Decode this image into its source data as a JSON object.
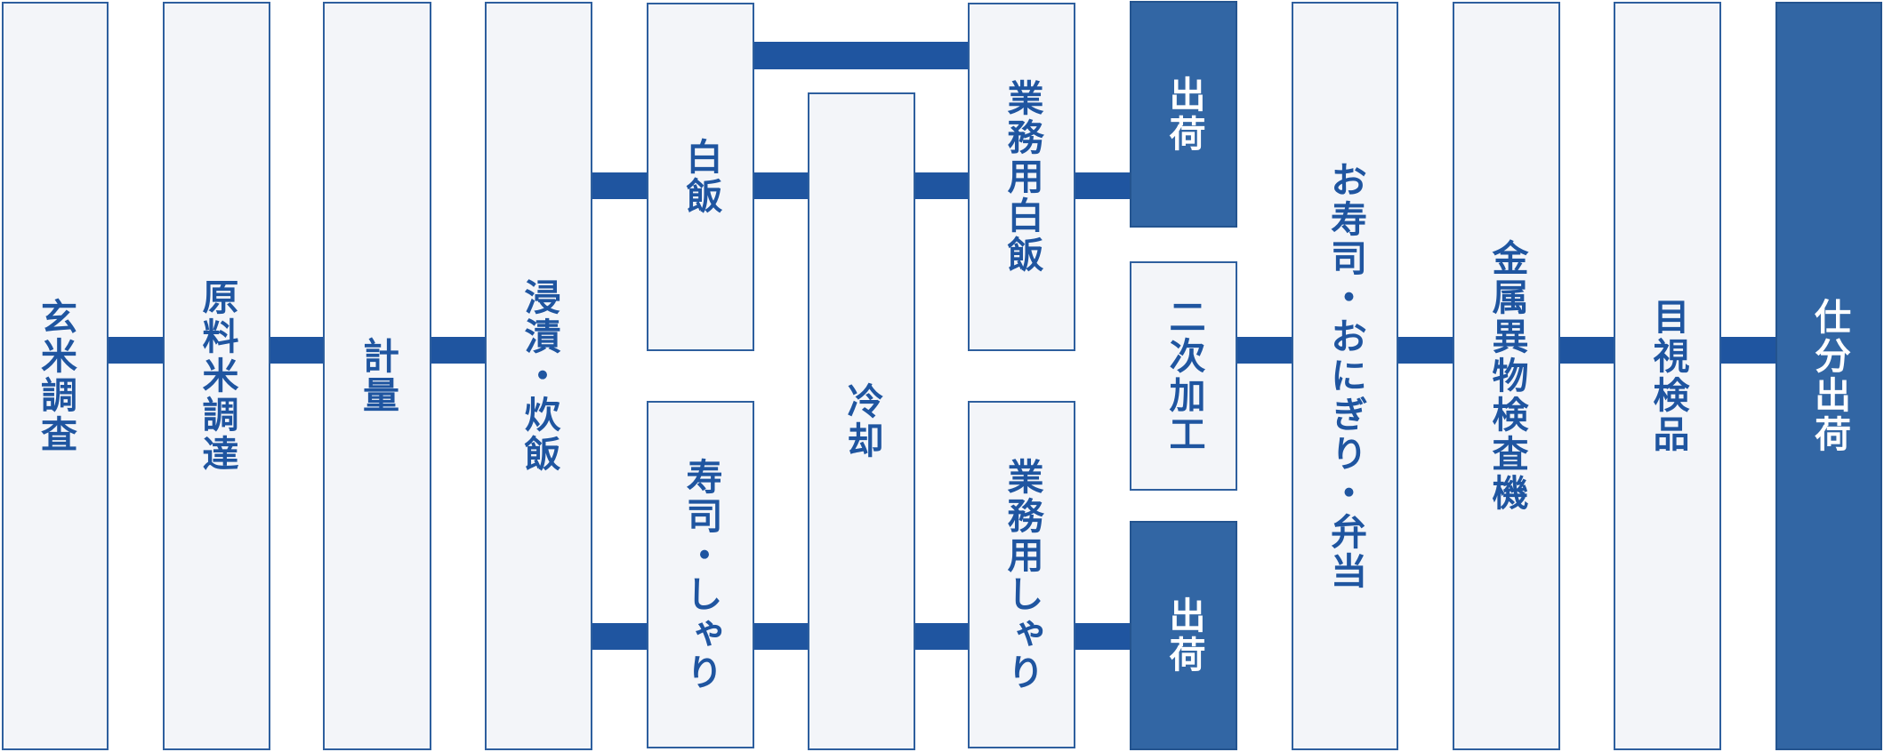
{
  "steps": {
    "genmai": "玄米調査",
    "genryomai": "原料米調達",
    "keiryo": "計量",
    "shinseki": "浸漬・炊飯",
    "hakuhan": "白飯",
    "sushi_shari": "寿司・しゃり",
    "reikyaku": "冷却",
    "gyomu_hakuhan": "業務用白飯",
    "gyomu_shari": "業務用しゃり",
    "shukka_top": "出荷",
    "niji_kako": "二次加工",
    "shukka_bottom": "出荷",
    "osushi": "お寿司・おにぎり・弁当",
    "kinzoku": "金属異物検査機",
    "mokushi": "目視検品",
    "shiwake": "仕分出荷"
  },
  "colors": {
    "accent": "#1f55a0",
    "box_fill": "#f3f5f9",
    "dark_fill": "#3266a4"
  }
}
